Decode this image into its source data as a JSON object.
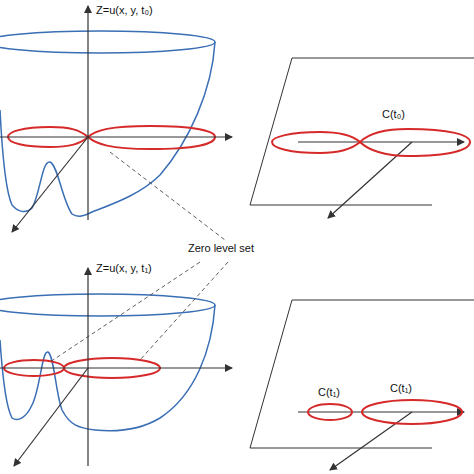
{
  "diagram": {
    "labels": [
      "Z=u(x, y, t₀)",
      "C(t₀)",
      "Zero level set",
      "Z=u(x, y, t₁)",
      "C(t₁)",
      "C(t₁)"
    ]
  }
}
